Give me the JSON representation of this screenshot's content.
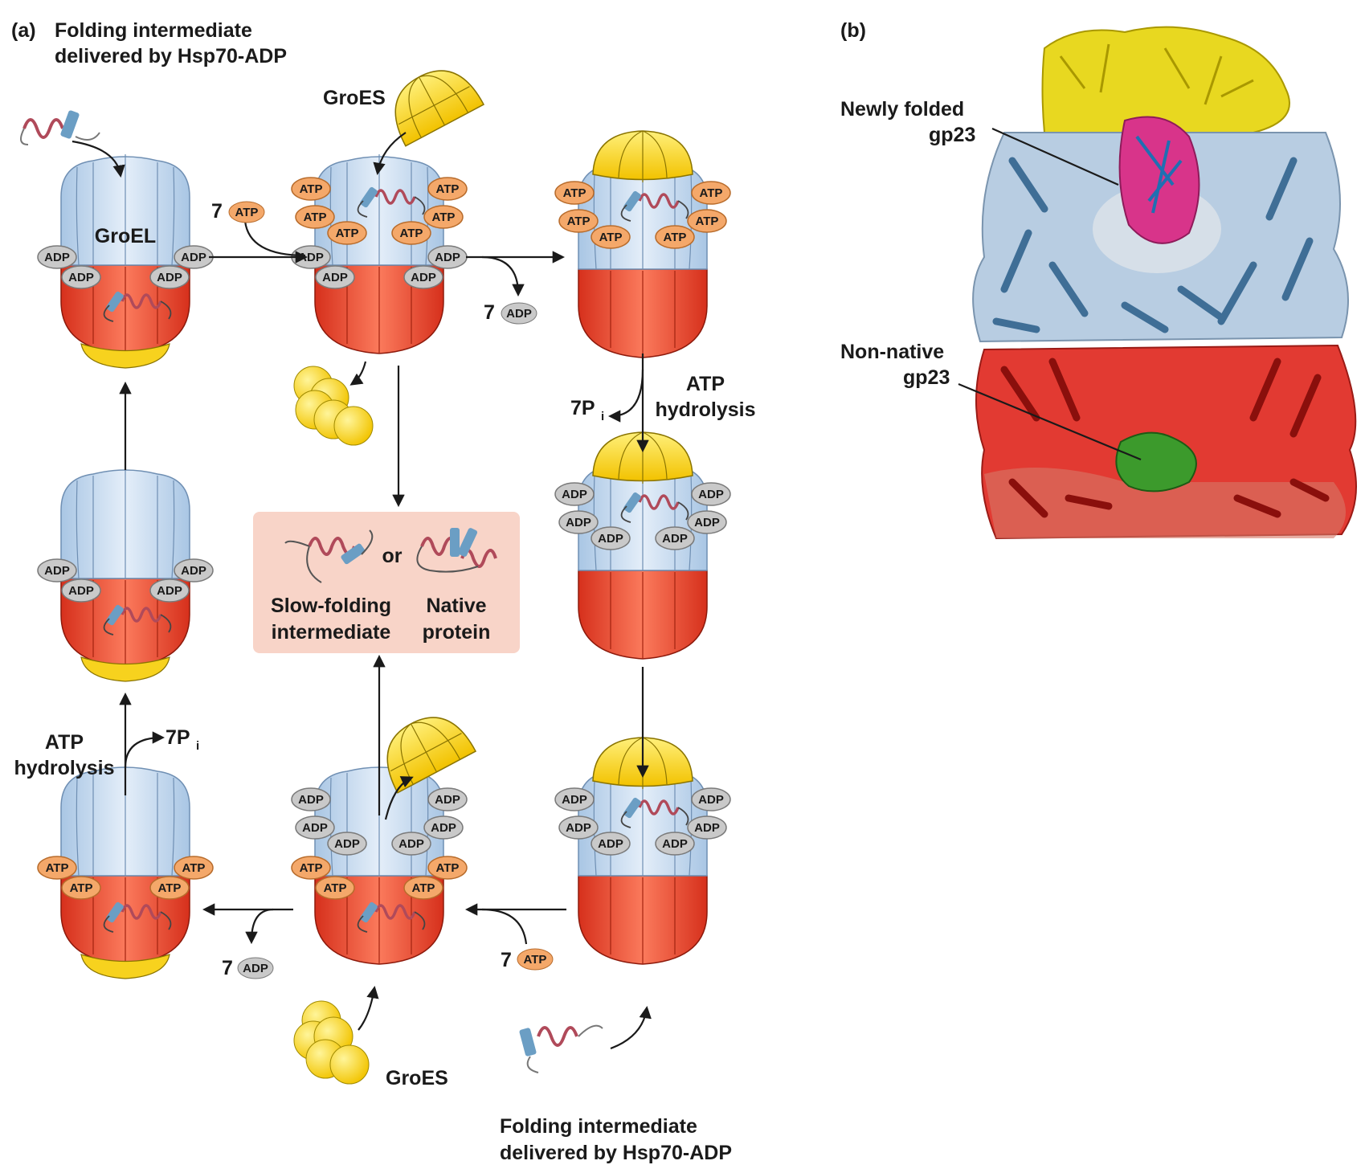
{
  "panels": {
    "a": "(a)",
    "b": "(b)"
  },
  "labels": {
    "top_delivery_1": "Folding intermediate",
    "top_delivery_2": "delivered by Hsp70-ADP",
    "bottom_delivery_1": "Folding intermediate",
    "bottom_delivery_2": "delivered by Hsp70-ADP",
    "groes_top": "GroES",
    "groes_bottom": "GroES",
    "groel": "GroEL",
    "seven": "7",
    "atp": "ATP",
    "adp": "ADP",
    "pi_prefix": "7P",
    "pi_sub": "i",
    "atp_hydrolysis_1": "ATP",
    "atp_hydrolysis_2": "hydrolysis",
    "slow_1": "Slow-folding",
    "slow_2": "intermediate",
    "or": "or",
    "native_1": "Native",
    "native_2": "protein",
    "newly_1": "Newly folded",
    "newly_2": "gp23",
    "nonnative_1": "Non-native",
    "nonnative_2": "gp23"
  },
  "colors": {
    "groel_blue": "#c7dcf0",
    "groel_red": "#e8402a",
    "groes_yellow": "#f7d21e",
    "atp_orange": "#f4a86a",
    "adp_gray": "#c9c9c9",
    "product_box": "#f8d4c8",
    "helix": "#b04a5a",
    "strand": "#6b9ec4",
    "gp23_pink": "#d8348a",
    "gp23_green": "#3c9a2c"
  }
}
